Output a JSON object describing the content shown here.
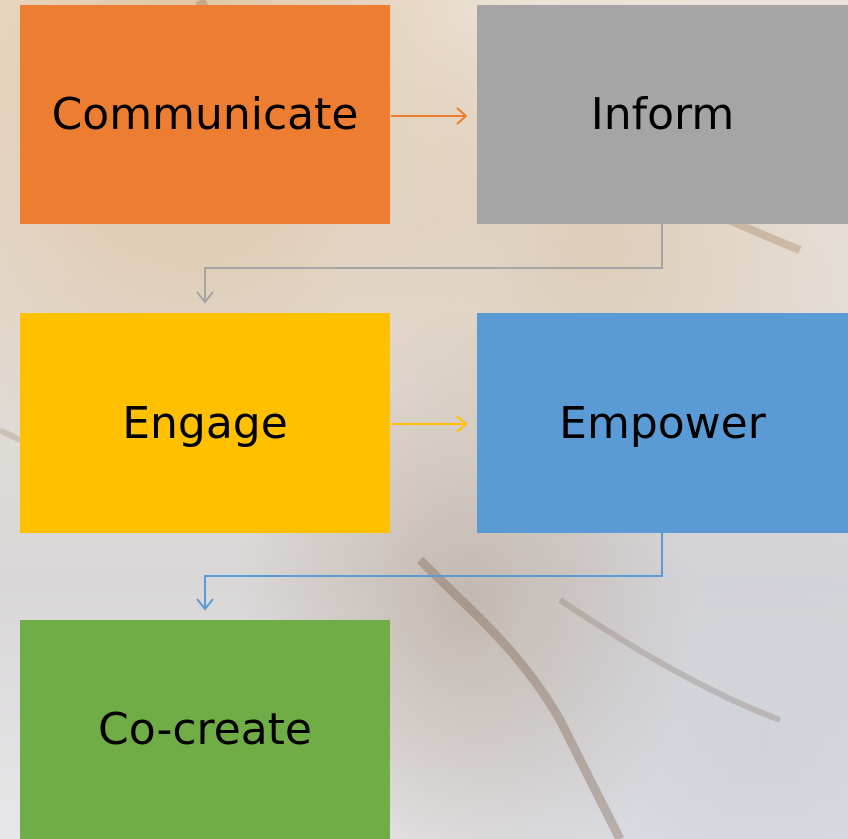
{
  "steps": [
    {
      "label": "Communicate",
      "color": "#ed7d31"
    },
    {
      "label": "Inform",
      "color": "#a5a5a5"
    },
    {
      "label": "Engage",
      "color": "#ffc000"
    },
    {
      "label": "Empower",
      "color": "#5b9bd5"
    },
    {
      "label": "Co-create",
      "color": "#70ad47"
    }
  ],
  "connector_colors": {
    "communicate_to_inform": "#ed7d31",
    "inform_to_engage": "#a5a5a5",
    "engage_to_empower": "#ffc000",
    "empower_to_cocreate": "#5b9bd5"
  }
}
